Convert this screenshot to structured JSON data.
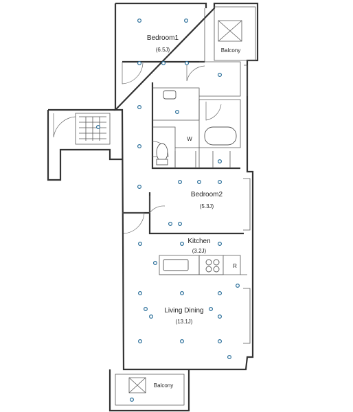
{
  "rooms": {
    "bedroom1": {
      "name": "Bedroom1",
      "area": "(6.5J)"
    },
    "bedroom2": {
      "name": "Bedroom2",
      "area": "(5.3J)"
    },
    "kitchen": {
      "name": "Kitchen",
      "area": "(3.2J)"
    },
    "living": {
      "name": "Living Dining",
      "area": "(13.1J)"
    }
  },
  "balcony_top": "Balcony",
  "balcony_bottom": "Balcony",
  "washer_label": "W",
  "fridge_label": "R",
  "colors": {
    "wall": "#333333",
    "light": "#2b6f9a"
  }
}
